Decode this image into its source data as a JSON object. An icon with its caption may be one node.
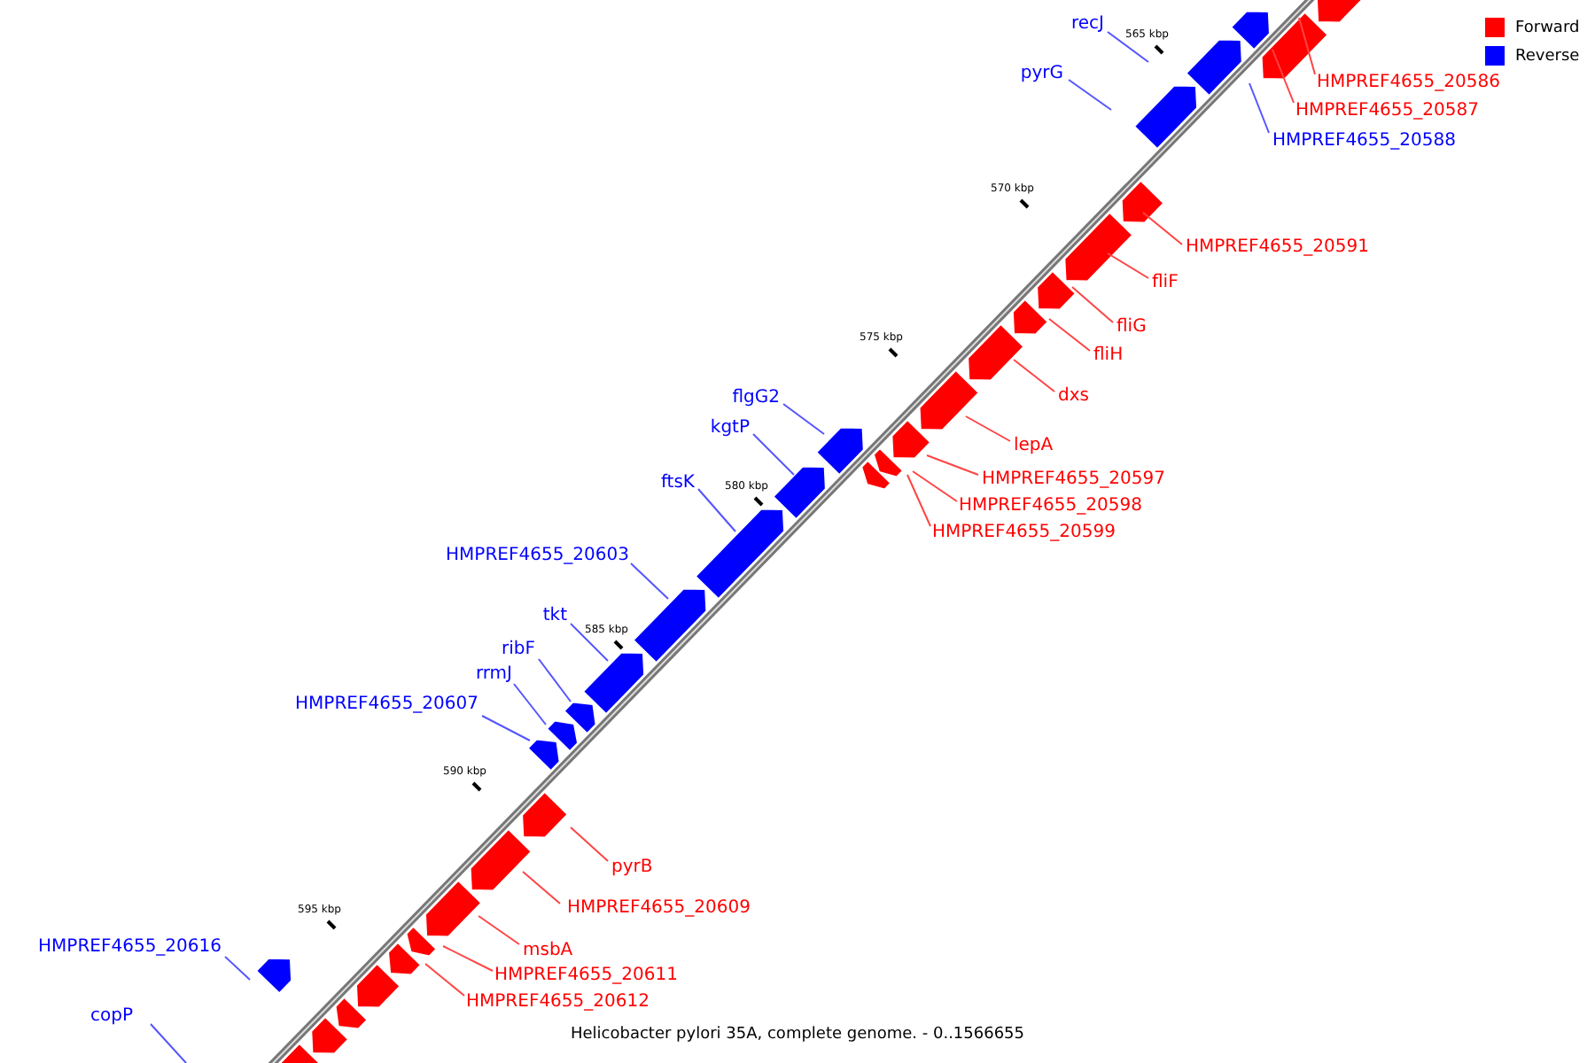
{
  "diagram": {
    "caption": "Helicobacter pylori 35A, complete genome. - 0..1566655",
    "nodes": [
      {
        "text": [
          "HMPREF4655_20586"
        ]
      },
      {
        "text": [
          "HMPREF4655_20587"
        ]
      },
      {
        "text": [
          "HMPREF4655_20588"
        ]
      },
      {
        "text": [
          "recJ"
        ]
      },
      {
        "text": [
          "pyrG"
        ]
      },
      {
        "text": [
          "HMPREF4655_20591"
        ]
      },
      {
        "text": [
          "fliF"
        ]
      },
      {
        "text": [
          "fliG"
        ]
      },
      {
        "text": [
          "fliH"
        ]
      },
      {
        "text": [
          "dxs"
        ]
      },
      {
        "text": [
          "lepA"
        ]
      },
      {
        "text": [
          "HMPREF4655_20597"
        ]
      },
      {
        "text": [
          "HMPREF4655_20598"
        ]
      },
      {
        "text": [
          "HMPREF4655_20599"
        ]
      },
      {
        "text": [
          "flgG2"
        ]
      },
      {
        "text": [
          "kgtP"
        ]
      },
      {
        "text": [
          "ftsK"
        ]
      },
      {
        "text": [
          "HMPREF4655_20603"
        ]
      },
      {
        "text": [
          "tkt"
        ]
      },
      {
        "text": [
          "ribF"
        ]
      },
      {
        "text": [
          "rrmJ"
        ]
      },
      {
        "text": [
          "HMPREF4655_20607"
        ]
      },
      {
        "text": [
          "pyrB"
        ]
      },
      {
        "text": [
          "HMPREF4655_20609"
        ]
      },
      {
        "text": [
          "msbA"
        ]
      },
      {
        "text": [
          "HMPREF4655_20611"
        ]
      },
      {
        "text": [
          "HMPREF4655_20612"
        ]
      },
      {
        "text": [
          "HMPREF4655_20616"
        ]
      },
      {
        "text": [
          "copP"
        ]
      }
    ],
    "edges": [
      {
        "from": 0,
        "to": null,
        "arrow": "none"
      },
      {
        "from": 1,
        "to": null,
        "arrow": "none"
      },
      {
        "from": 2,
        "to": null,
        "arrow": "none",
        "color": "#5555ff"
      },
      {
        "from": 3,
        "to": null,
        "arrow": "none",
        "color": "#5555ff"
      },
      {
        "from": 4,
        "to": null,
        "arrow": "none",
        "color": "#5555ff"
      },
      {
        "from": 5,
        "to": null,
        "arrow": "none"
      },
      {
        "from": 6,
        "to": null,
        "arrow": "none"
      },
      {
        "from": 7,
        "to": null,
        "arrow": "none"
      },
      {
        "from": 8,
        "to": null,
        "arrow": "none"
      },
      {
        "from": 9,
        "to": null,
        "arrow": "none"
      },
      {
        "from": 10,
        "to": null,
        "arrow": "none"
      },
      {
        "from": 11,
        "to": null,
        "arrow": "none"
      },
      {
        "from": 12,
        "to": null,
        "arrow": "none"
      },
      {
        "from": 13,
        "to": null,
        "arrow": "none"
      },
      {
        "from": 14,
        "to": null,
        "arrow": "none",
        "color": "#5555ff"
      },
      {
        "from": 15,
        "to": null,
        "arrow": "none",
        "color": "#5555ff"
      },
      {
        "from": 16,
        "to": null,
        "arrow": "none",
        "color": "#5555ff"
      },
      {
        "from": 17,
        "to": null,
        "arrow": "none",
        "color": "#5555ff"
      },
      {
        "from": 18,
        "to": null,
        "arrow": "none",
        "color": "#5555ff"
      },
      {
        "from": 19,
        "to": null,
        "arrow": "none",
        "color": "#5555ff"
      },
      {
        "from": 20,
        "to": null,
        "arrow": "none",
        "color": "#5555ff"
      },
      {
        "from": 21,
        "to": null,
        "arrow": "none",
        "color": "#5555ff"
      },
      {
        "from": 22,
        "to": null,
        "arrow": "none"
      },
      {
        "from": 23,
        "to": null,
        "arrow": "none"
      },
      {
        "from": 24,
        "to": null,
        "arrow": "none"
      },
      {
        "from": 25,
        "to": null,
        "arrow": "none"
      },
      {
        "from": 26,
        "to": null,
        "arrow": "none"
      },
      {
        "from": 27,
        "to": null,
        "arrow": "none",
        "color": "#5555ff"
      },
      {
        "from": 28,
        "to": null,
        "arrow": "none",
        "color": "#5555ff"
      }
    ],
    "labels": [
      "565 kbp",
      "570 kbp",
      "575 kbp",
      "580 kbp",
      "585 kbp",
      "590 kbp",
      "595 kbp"
    ],
    "legend": [
      {
        "text": "Forward",
        "color": "#ff0000"
      },
      {
        "text": "Reverse",
        "color": "#0000ff"
      }
    ]
  }
}
